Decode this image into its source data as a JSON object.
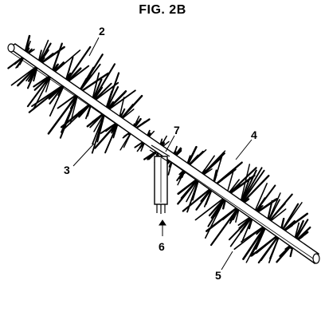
{
  "figure": {
    "title": "FIG. 2B",
    "reference_numerals": [
      "2",
      "3",
      "4",
      "5",
      "6",
      "7"
    ]
  },
  "colors": {
    "ink": "#000000",
    "paper": "#ffffff"
  }
}
